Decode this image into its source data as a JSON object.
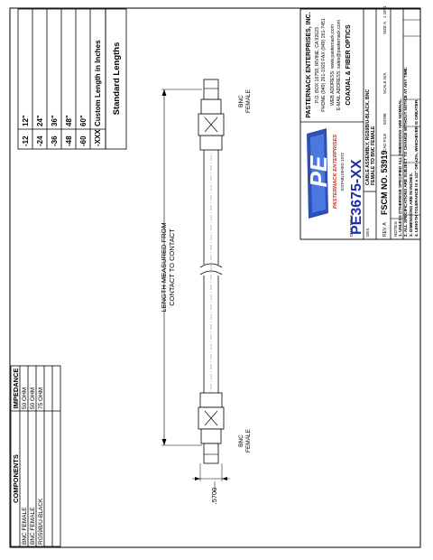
{
  "components_table": {
    "header_components": "COMPONENTS",
    "header_impedance": "IMPEDANCE",
    "rows": [
      {
        "name": "BNC FEMALE",
        "impedance": "50 OHM"
      },
      {
        "name": "BNC FEMALE",
        "impedance": "50 OHM"
      },
      {
        "name": "RG59B/U-BLACK",
        "impedance": "75 OHM"
      }
    ]
  },
  "lengths_table": {
    "title": "Standard Lengths",
    "rows": [
      {
        "code": "-12",
        "value": "12\""
      },
      {
        "code": "-24",
        "value": "24\""
      },
      {
        "code": "-36",
        "value": "36\""
      },
      {
        "code": "-48",
        "value": "48\""
      },
      {
        "code": "-60",
        "value": "60\""
      },
      {
        "code": "-XXX",
        "value": "Custom Length in Inches"
      }
    ]
  },
  "drawing": {
    "length_note_line1": "LENGTH MEASURED FROM",
    "length_note_line2": "CONTACT TO CONTACT",
    "connector_left_line1": "BNC",
    "connector_left_line2": "FEMALE",
    "connector_right_line1": "BNC",
    "connector_right_line2": "FEMALE",
    "dimension": ".5700"
  },
  "title_block": {
    "company": "PASTERNACK ENTERPRISES, INC.",
    "address": "P.O. BOX 16759, IRVINE, CA 92623",
    "phone": "PHONE (949) 261-1920 FAX (949) 261-7451",
    "web": "WEB ADDRESS: www.pasternack.com",
    "email": "E-MAIL ADDRESS: sales@pasternack.com",
    "tagline": "COAXIAL & FIBER OPTICS",
    "logo_letters": "PE",
    "logo_name": "PASTERNACK ENTERPRISES",
    "logo_established": "ESTABLISHED 1972",
    "dwg_title_label": "DWG TITLE",
    "part_number": "PE3675-XX",
    "desc_label": "DES.",
    "description_line1": "CABLE ASSEMBLY, RG59B/U-BLACK, BNC",
    "description_line2": "FEMALE TO BNC FEMALE",
    "rev": "REV. A",
    "fscm": "FSCM NO. 53919",
    "cad_file": "CAD FILE",
    "cad_file_no": "03788",
    "scale": "SCALE N/A",
    "sheet": "SIZE A",
    "sheet_no": "1 OF 1",
    "notes_label": "NOTES:",
    "notes": [
      "1. UNLESS OTHERWISE SPECIFIED ALL DIMENSIONS ARE NOMINAL.",
      "2. ALL SPECIFICATIONS ARE SUBJECT TO CHANGE WITHOUT NOTICE AT ANY TIME.",
      "3. DIMENSIONS ARE IN INCHES.",
      "4. LENGTH TOLERANCE IS ± 1/2\" OR ±2%, WHICHEVER IS GREATER."
    ]
  }
}
